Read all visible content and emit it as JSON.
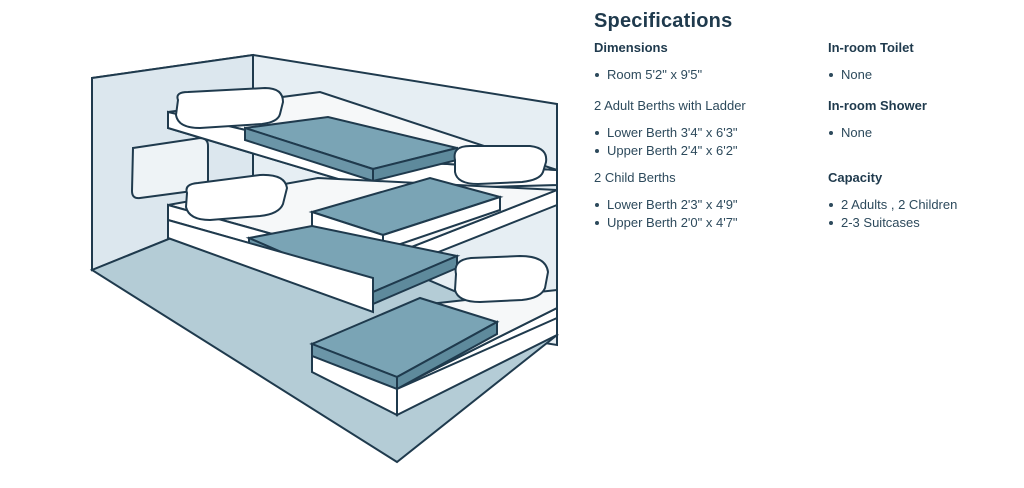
{
  "illustration": {
    "label": "cabin-bunks-diagram"
  },
  "specs": {
    "title": "Specifications",
    "left": {
      "dimensions": {
        "heading": "Dimensions",
        "items": [
          "Room 5'2\" x 9'5\""
        ]
      },
      "adult_berths": {
        "heading": "2 Adult Berths with Ladder",
        "items": [
          "Lower Berth 3'4\" x 6'3\"",
          "Upper Berth 2'4\" x 6'2\""
        ]
      },
      "child_berths": {
        "heading": "2 Child Berths",
        "items": [
          "Lower Berth 2'3\" x 4'9\"",
          "Upper Berth 2'0\" x 4'7\""
        ]
      }
    },
    "right": {
      "toilet": {
        "heading": "In-room Toilet",
        "items": [
          "None"
        ]
      },
      "shower": {
        "heading": "In-room Shower",
        "items": [
          "None"
        ]
      },
      "capacity": {
        "heading": "Capacity",
        "items": [
          "2 Adults , 2 Children",
          "2-3 Suitcases"
        ]
      }
    }
  },
  "colors": {
    "outline": "#1f3a4d",
    "wall": "#e6eef3",
    "floor": "#b4ccd6",
    "mattress_top": "#7aa4b5",
    "mattress_side": "#5e8a9c",
    "bed_frame": "#ffffff"
  }
}
